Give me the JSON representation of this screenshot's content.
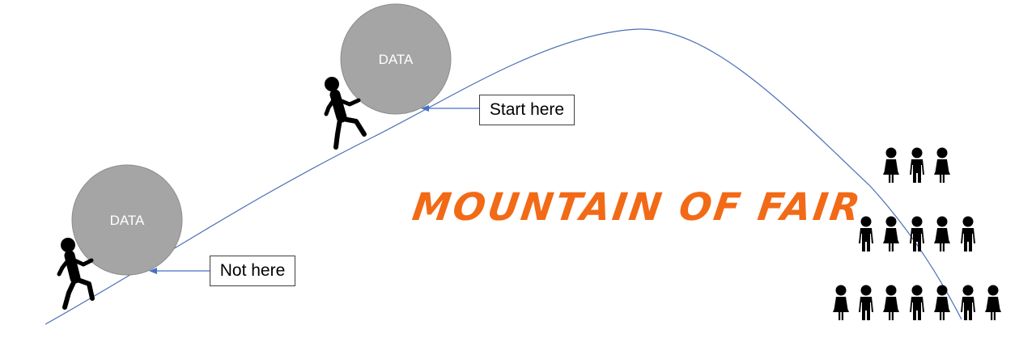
{
  "title": "MOUNTAIN OF FAIR",
  "colors": {
    "curve": "#4a6fb5",
    "arrow": "#4472c4",
    "boulder": "#a5a5a5",
    "boulder_stroke": "#8c8c8c",
    "figure": "#000000",
    "title": "#f26a16"
  },
  "boulders": [
    {
      "label": "DATA"
    },
    {
      "label": "DATA"
    }
  ],
  "callouts": {
    "start": "Start here",
    "not": "Not here"
  },
  "icons": {
    "climber": "person-pushing-icon",
    "crowd": "people-pyramid-icon"
  },
  "crowd_rows": [
    3,
    5,
    7
  ]
}
